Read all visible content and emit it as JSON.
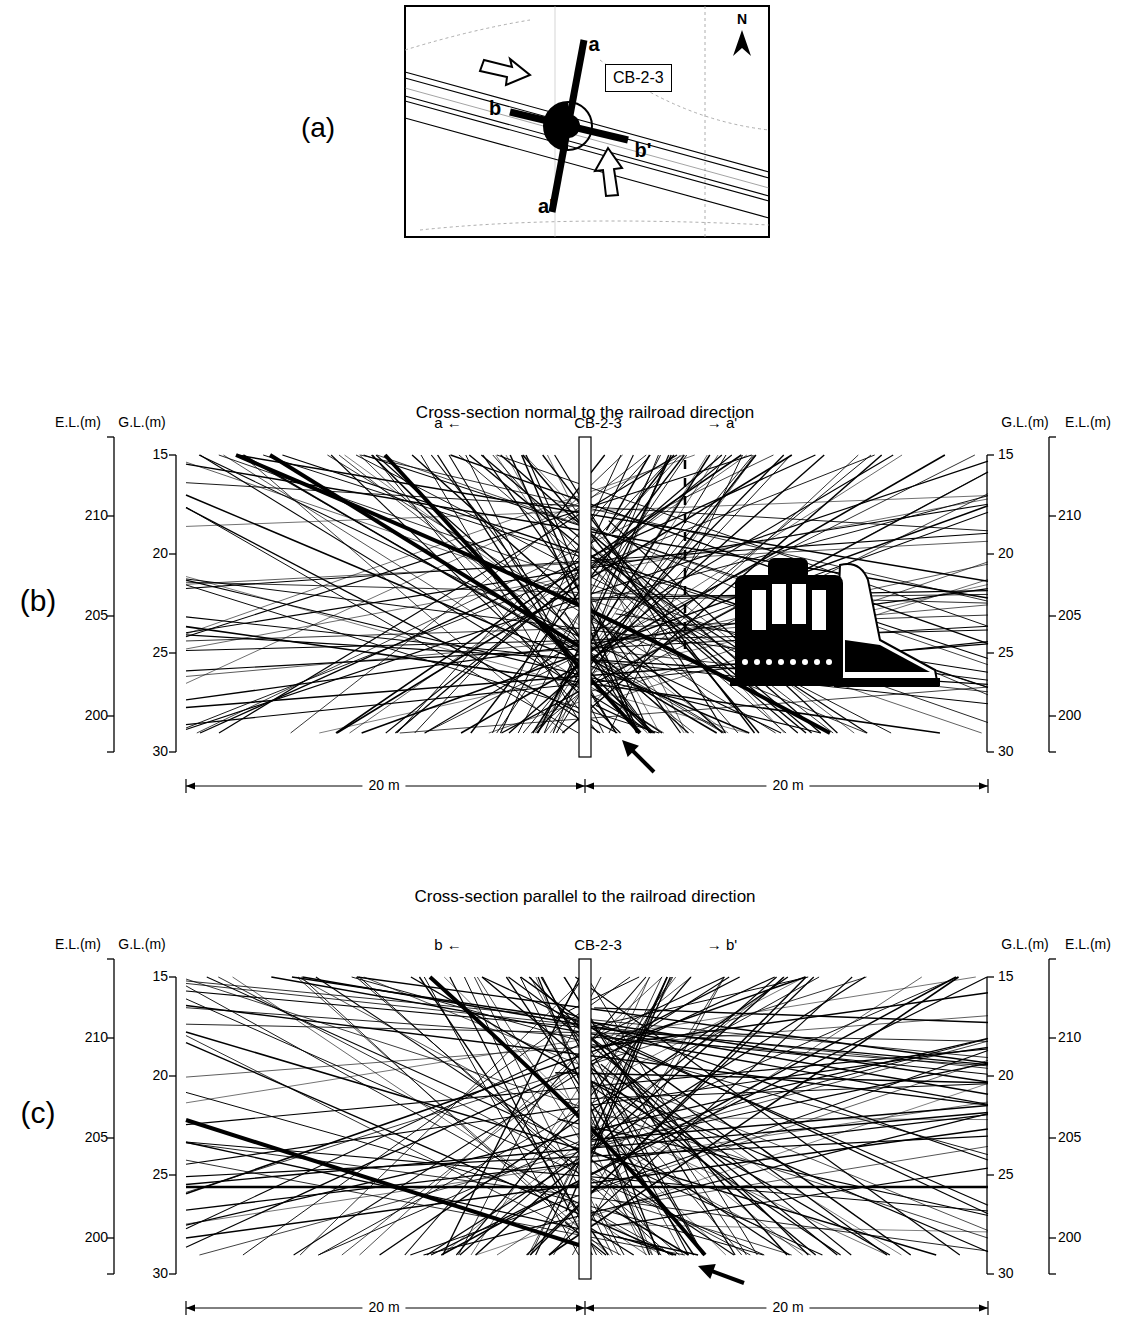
{
  "diagram": {
    "nodes": [
      {
        "text": [
          "CB-2-3"
        ]
      }
    ],
    "labels": [
      "(a)",
      "N",
      "a",
      "a'",
      "b",
      "b'",
      "(b)",
      "Cross-section normal to the railroad direction",
      "E.L.(m)",
      "G.L.(m)",
      "a ←",
      "CB-2-3",
      "→ a'",
      "G.L.(m)",
      "E.L.(m)",
      "15",
      "20",
      "25",
      "30",
      "210",
      "205",
      "200",
      "15",
      "20",
      "25",
      "30",
      "210",
      "205",
      "200",
      "20 m",
      "20 m",
      "(c)",
      "Cross-section parallel to the railroad direction",
      "E.L.(m)",
      "G.L.(m)",
      "b ←",
      "CB-2-3",
      "→ b'",
      "G.L.(m)",
      "E.L.(m)",
      "15",
      "20",
      "25",
      "30",
      "210",
      "205",
      "200",
      "15",
      "20",
      "25",
      "30",
      "210",
      "205",
      "200",
      "20 m",
      "20 m"
    ]
  }
}
